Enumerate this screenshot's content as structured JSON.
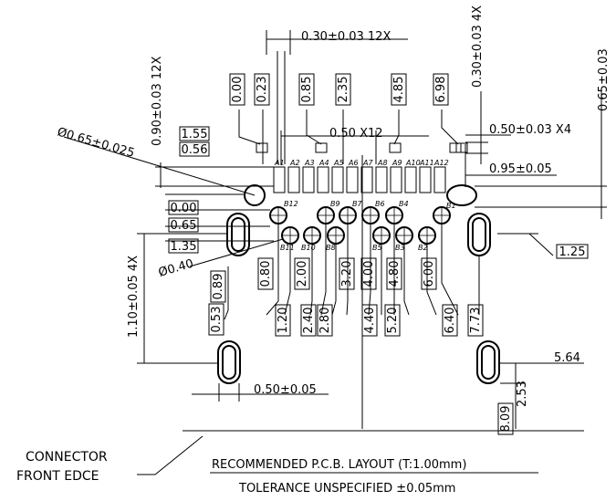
{
  "callouts": {
    "top_pitch": "0.30±0.03  12X",
    "right_pitch": "0.30±0.03  4X",
    "left_height": "0.90±0.03  12X",
    "far_right": "0.65±0.03",
    "pad_width_x4": "0.50±0.03  X4",
    "pad_pitch_x12": "0.50  X12",
    "peg_offset": "0.95±0.05",
    "circle_dia": "Ø0.65±0.025",
    "via_dia": "Ø0.40",
    "slot_height": "1.10±0.05  4X",
    "slot_width": "0.50±0.05",
    "right_slot_x": "5.64",
    "right_slot_h": "2.53"
  },
  "boxed_top": [
    "0.00",
    "0.23",
    "0.85",
    "2.35",
    "4.85",
    "6.98"
  ],
  "boxed_left": [
    "1.55",
    "0.56",
    "0.00",
    "0.65",
    "1.35"
  ],
  "boxed_right": [
    "1.25",
    "8.09"
  ],
  "bottom_dims": [
    "0.89",
    "0.53",
    "0.80",
    "1.20",
    "2.00",
    "2.40",
    "2.80",
    "3.20",
    "4.00",
    "4.40",
    "4.80",
    "5.20",
    "6.00",
    "6.40",
    "7.73"
  ],
  "pin_labels_a": [
    "A1",
    "A2",
    "A3",
    "A4",
    "A5",
    "A6",
    "A7",
    "A8",
    "A9",
    "A10",
    "A11",
    "A12"
  ],
  "pin_labels_b_top": [
    "B12",
    "B9",
    "B7",
    "B6",
    "B4",
    "B1"
  ],
  "pin_labels_b_bottom": [
    "B11",
    "B10",
    "B8",
    "B5",
    "B3",
    "B2"
  ],
  "notes": {
    "connector_line1": "CONNECTOR",
    "connector_line2": "FRONT  EDCE",
    "title": "RECOMMENDED   P.C.B.  LAYOUT  (T:1.00mm)",
    "tolerance": "TOLERANCE  UNSPECIFIED  ±0.05mm"
  }
}
